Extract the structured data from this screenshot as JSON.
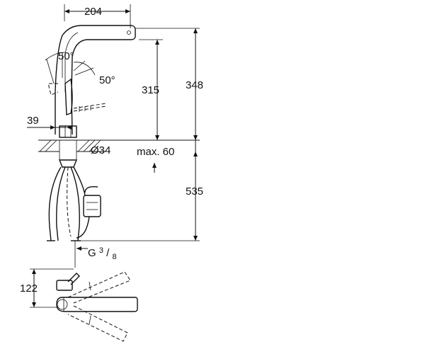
{
  "dimensions": {
    "spout_reach": "204",
    "spout_angle_left": "50°",
    "spout_angle_right": "50°",
    "spout_height": "315",
    "total_height": "348",
    "base_offset": "39",
    "hole_diameter": "Ø34",
    "max_thickness": "max. 60",
    "hose_length": "535",
    "thread_main": "G",
    "thread_sup": "3",
    "thread_sub": "8",
    "depth": "122"
  },
  "colors": {
    "line": "#111111",
    "background": "#ffffff"
  }
}
